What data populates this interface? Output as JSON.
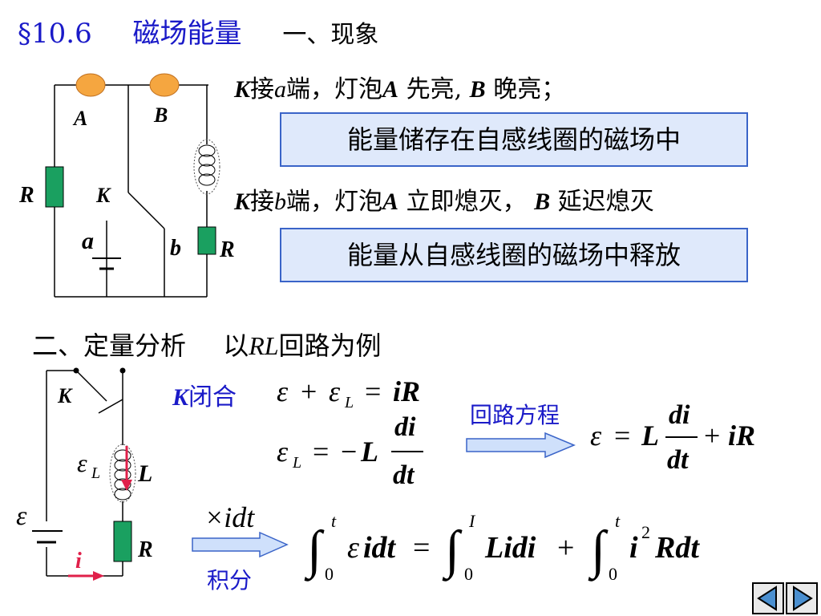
{
  "title": {
    "section": "§10.6",
    "name": "磁场能量",
    "subsection": "一、现象"
  },
  "phenomenon": {
    "line1": {
      "K": "K",
      "connect": "接",
      "end": "a",
      "rest1": "端，灯泡",
      "A": "A",
      "rest2": " 先亮,",
      "B": "B",
      "rest3": " 晚亮；"
    },
    "box1": "能量储存在自感线圈的磁场中",
    "line2": {
      "K": "K",
      "connect": "接",
      "end": "b",
      "rest1": "端，灯泡",
      "A": "A",
      "rest2": " 立即熄灭，",
      "B": "B",
      "rest3": " 延迟熄灭"
    },
    "box2": "能量从自感线圈的磁场中释放"
  },
  "circuit1": {
    "lampA": "A",
    "lampB": "B",
    "R_left": "R",
    "switch": "K",
    "a": "a",
    "b": "b",
    "R_right": "R"
  },
  "quant": {
    "heading": "二、定量分析",
    "example_prefix": "以",
    "RL": "RL",
    "example_suffix": "回路为例"
  },
  "circuit2": {
    "switch": "K",
    "emf_L": "ε",
    "emf_L_sub": "L",
    "L": "L",
    "emf": "ε",
    "R": "R",
    "current": "i"
  },
  "equations": {
    "k_closed_K": "K",
    "k_closed": "闭合",
    "loop_label": "回路方程",
    "multiply": "×idt",
    "integral_label": "积分"
  },
  "nav": {
    "prev": "previous",
    "next": "next"
  },
  "colors": {
    "title": "#1a1ac8",
    "box_bg": "#dfe9fb",
    "box_border": "#3a64c8",
    "resistor": "#1aa060",
    "lamp": "#f5a640",
    "arrow": "#e0204a"
  }
}
